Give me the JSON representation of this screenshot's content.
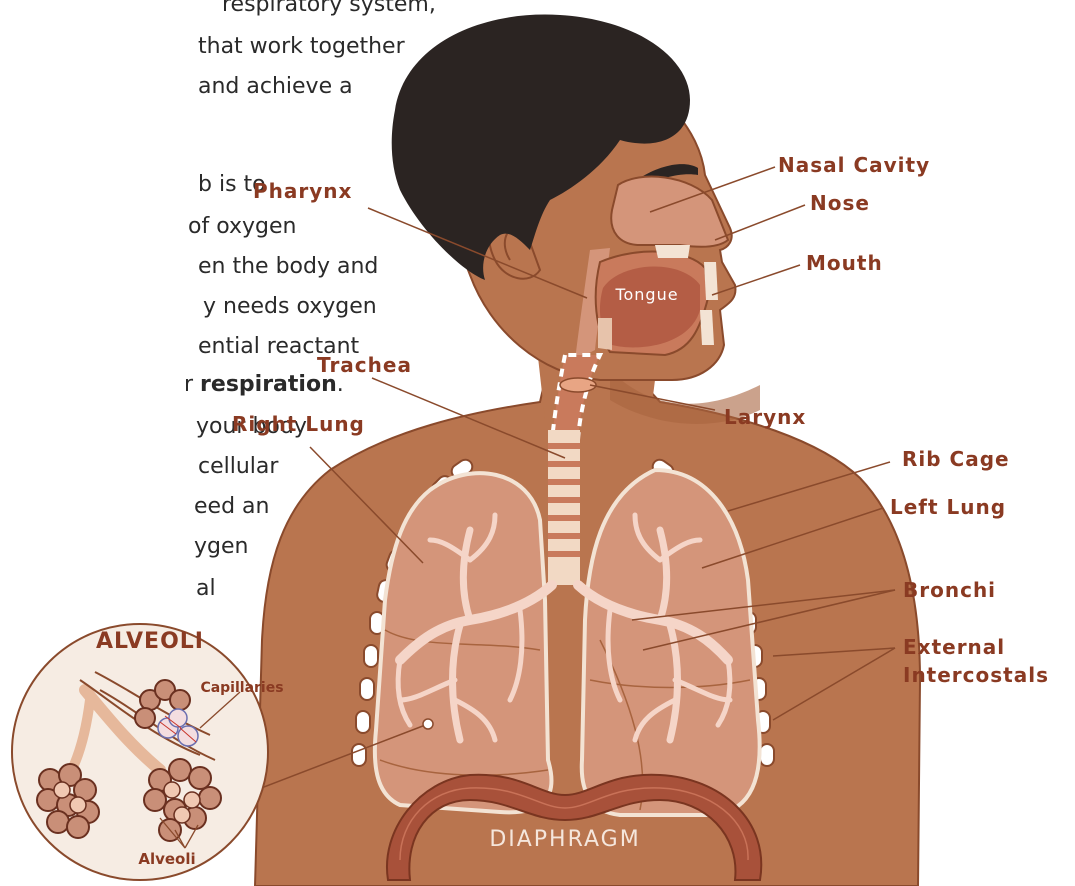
{
  "intro": {
    "lines": [
      "respiratory system,",
      "that work together",
      "and achieve a",
      "b is to",
      "of oxygen",
      "en the body and",
      "y needs oxygen",
      "ential reactant",
      "r ",
      "your body",
      "cellular",
      "eed an",
      "ygen",
      "al"
    ],
    "bold_term": "respiration",
    "bold_suffix": "."
  },
  "labels": {
    "nasal_cavity": "Nasal Cavity",
    "nose": "Nose",
    "mouth": "Mouth",
    "pharynx": "Pharynx",
    "tongue": "Tongue",
    "trachea": "Trachea",
    "larynx": "Larynx",
    "right_lung": "Right Lung",
    "rib_cage": "Rib Cage",
    "left_lung": "Left Lung",
    "bronchi": "Bronchi",
    "external_intercostals_1": "External",
    "external_intercostals_2": "Intercostals",
    "diaphragm": "DIAPHRAGM"
  },
  "inset": {
    "title": "ALVEOLI",
    "capillaries": "Capillaries",
    "alveoli": "Alveoli"
  },
  "colors": {
    "label": "#8a3a22",
    "skin": "#b9754f",
    "skin_dark": "#8a4a2c",
    "hair": "#2b2422",
    "lung": "#d4957a",
    "bronchi": "#f5d5c8",
    "trachea": "#f2d9c4"
  }
}
